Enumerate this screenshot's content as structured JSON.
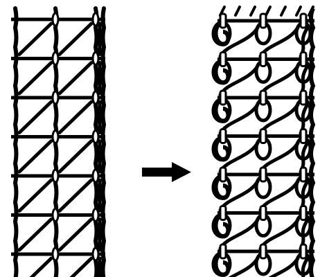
{
  "figure": {
    "left_panel": {
      "name": "mesh-before",
      "columns": 3,
      "rows": 7,
      "ink_color": "#000000"
    },
    "right_panel": {
      "name": "mesh-after",
      "columns": 3,
      "rows": 7,
      "ink_color": "#000000"
    },
    "arrow": {
      "direction": "right",
      "color": "#000000"
    },
    "background_color": "#ffffff"
  }
}
